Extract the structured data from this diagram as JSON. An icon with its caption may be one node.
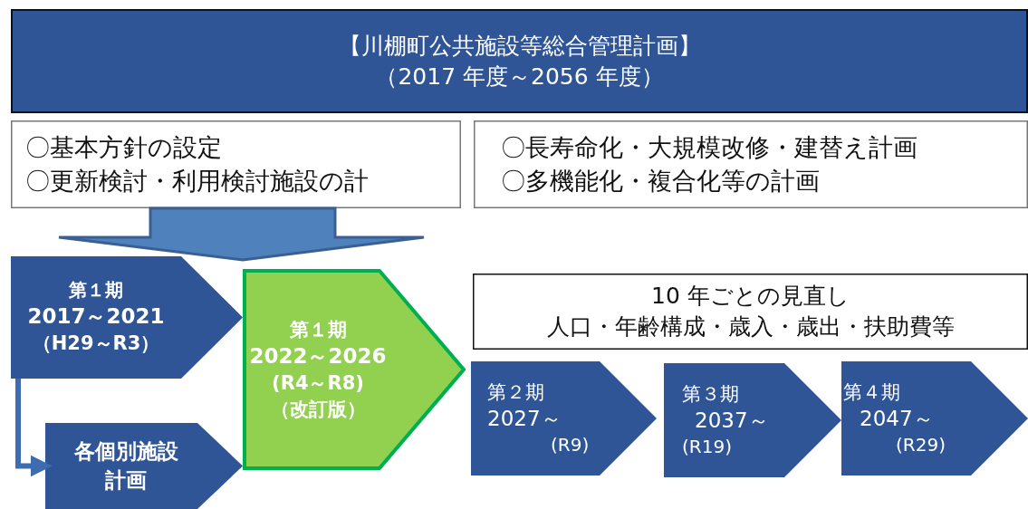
{
  "diagram": {
    "nodes": [
      {
        "text": [
          "【川棚町公共施設等総合管理計画】",
          "（2017 年度～2056 年度）"
        ]
      },
      {
        "text": [
          "〇基本方針の設定",
          "〇更新検討・利用検討施設の計"
        ]
      },
      {
        "text": [
          "〇長寿命化・大規模改修・建替え計画",
          "〇多機能化・複合化等の計画"
        ]
      },
      {
        "text": [
          "第１期",
          "2017～2021",
          "（H29～R3）"
        ]
      },
      {
        "text": [
          "各個別施設計画"
        ]
      },
      {
        "text": [
          "第１期",
          "2022～2026",
          "(R4～R8)",
          "（改訂版）"
        ]
      },
      {
        "text": [
          "10 年ごとの見直し",
          "人口・年齢構成・歳入・歳出・扶助費等"
        ]
      },
      {
        "text": [
          "第２期",
          "2027～",
          "(R9)"
        ]
      },
      {
        "text": [
          "第３期",
          "2037～",
          "(R19)"
        ]
      },
      {
        "text": [
          "第４期",
          "2047～",
          "(R29)"
        ]
      }
    ],
    "edges": [
      {
        "from": 1,
        "to": 5,
        "arrow": "to",
        "style": "thick"
      },
      {
        "from": 3,
        "to": 4,
        "arrow": "to"
      }
    ]
  }
}
